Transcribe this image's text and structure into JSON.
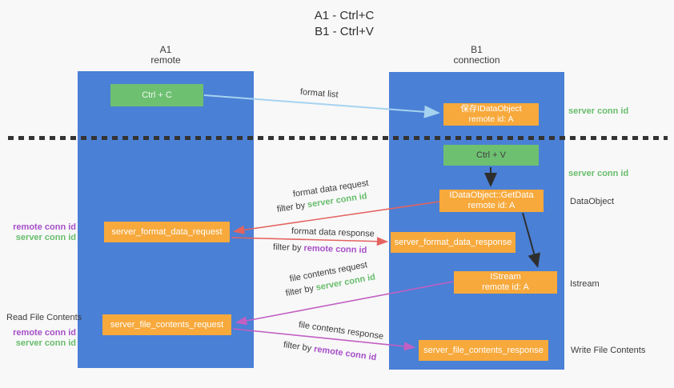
{
  "title": {
    "line1": "A1 - Ctrl+C",
    "line2": "B1 - Ctrl+V"
  },
  "columns": {
    "left": {
      "id": "A1",
      "subtitle": "remote"
    },
    "right": {
      "id": "B1",
      "subtitle": "connection"
    }
  },
  "boxes": {
    "ctrl_c": "Ctrl + C",
    "ctrl_v": "Ctrl + V",
    "save_dataobject": {
      "line1": "保存IDataObject",
      "line2": "remote id: A"
    },
    "getdata": {
      "line1": "IDataObject::GetData",
      "line2": "remote id: A"
    },
    "istream": {
      "line1": "IStream",
      "line2": "remote id: A"
    },
    "format_request": "server_format_data_request",
    "format_response": "server_format_data_response",
    "file_request": "server_file_contents_request",
    "file_response": "server_file_contents_response"
  },
  "labels": {
    "format_list": "format list",
    "format_data_request": "format data request",
    "format_data_response": "format data response",
    "file_contents_request": "file contents request",
    "file_contents_response": "file contents response",
    "filter_by": "filter by ",
    "server_conn_id": "server conn id",
    "remote_conn_id": "remote conn id",
    "read_file_contents": "Read File Contents",
    "write_file_contents": "Write File Contents",
    "dataobject": "DataObject",
    "istream_side": "Istream"
  },
  "colors": {
    "lifeline_blue": "#4a80d5",
    "box_orange": "#f7a93c",
    "box_green": "#6ec071",
    "arrow_light_blue": "#a6d3f0",
    "arrow_red": "#e4635f",
    "arrow_magenta": "#c25fc2",
    "arrow_black": "#2e2e2e",
    "id_green": "#68bd6b",
    "id_purple": "#a74fc7",
    "background": "#f8f8f9"
  }
}
